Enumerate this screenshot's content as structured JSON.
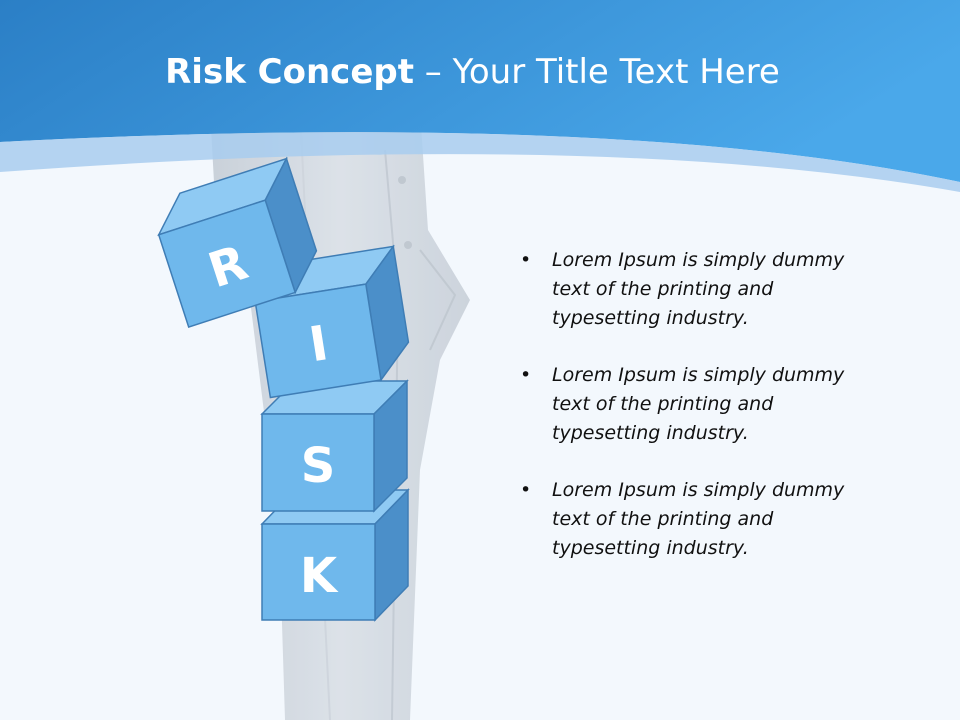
{
  "slide": {
    "title_bold": "Risk Concept",
    "title_rest": " – Your Title Text Here",
    "bullets": [
      "Lorem Ipsum is simply dummy text of the printing and typesetting industry.",
      "Lorem Ipsum is simply dummy text of the printing and typesetting industry.",
      "Lorem Ipsum is simply dummy text of the printing and typesetting industry."
    ],
    "blocks": [
      "R",
      "I",
      "S",
      "K"
    ]
  },
  "colors": {
    "header_blue": "#2b7fc6",
    "header_light": "#4aa8ea",
    "block_face": "#6fb8ec",
    "block_top": "#8fcaf3",
    "block_side": "#4b8fc9",
    "block_border": "#3f7db5"
  }
}
